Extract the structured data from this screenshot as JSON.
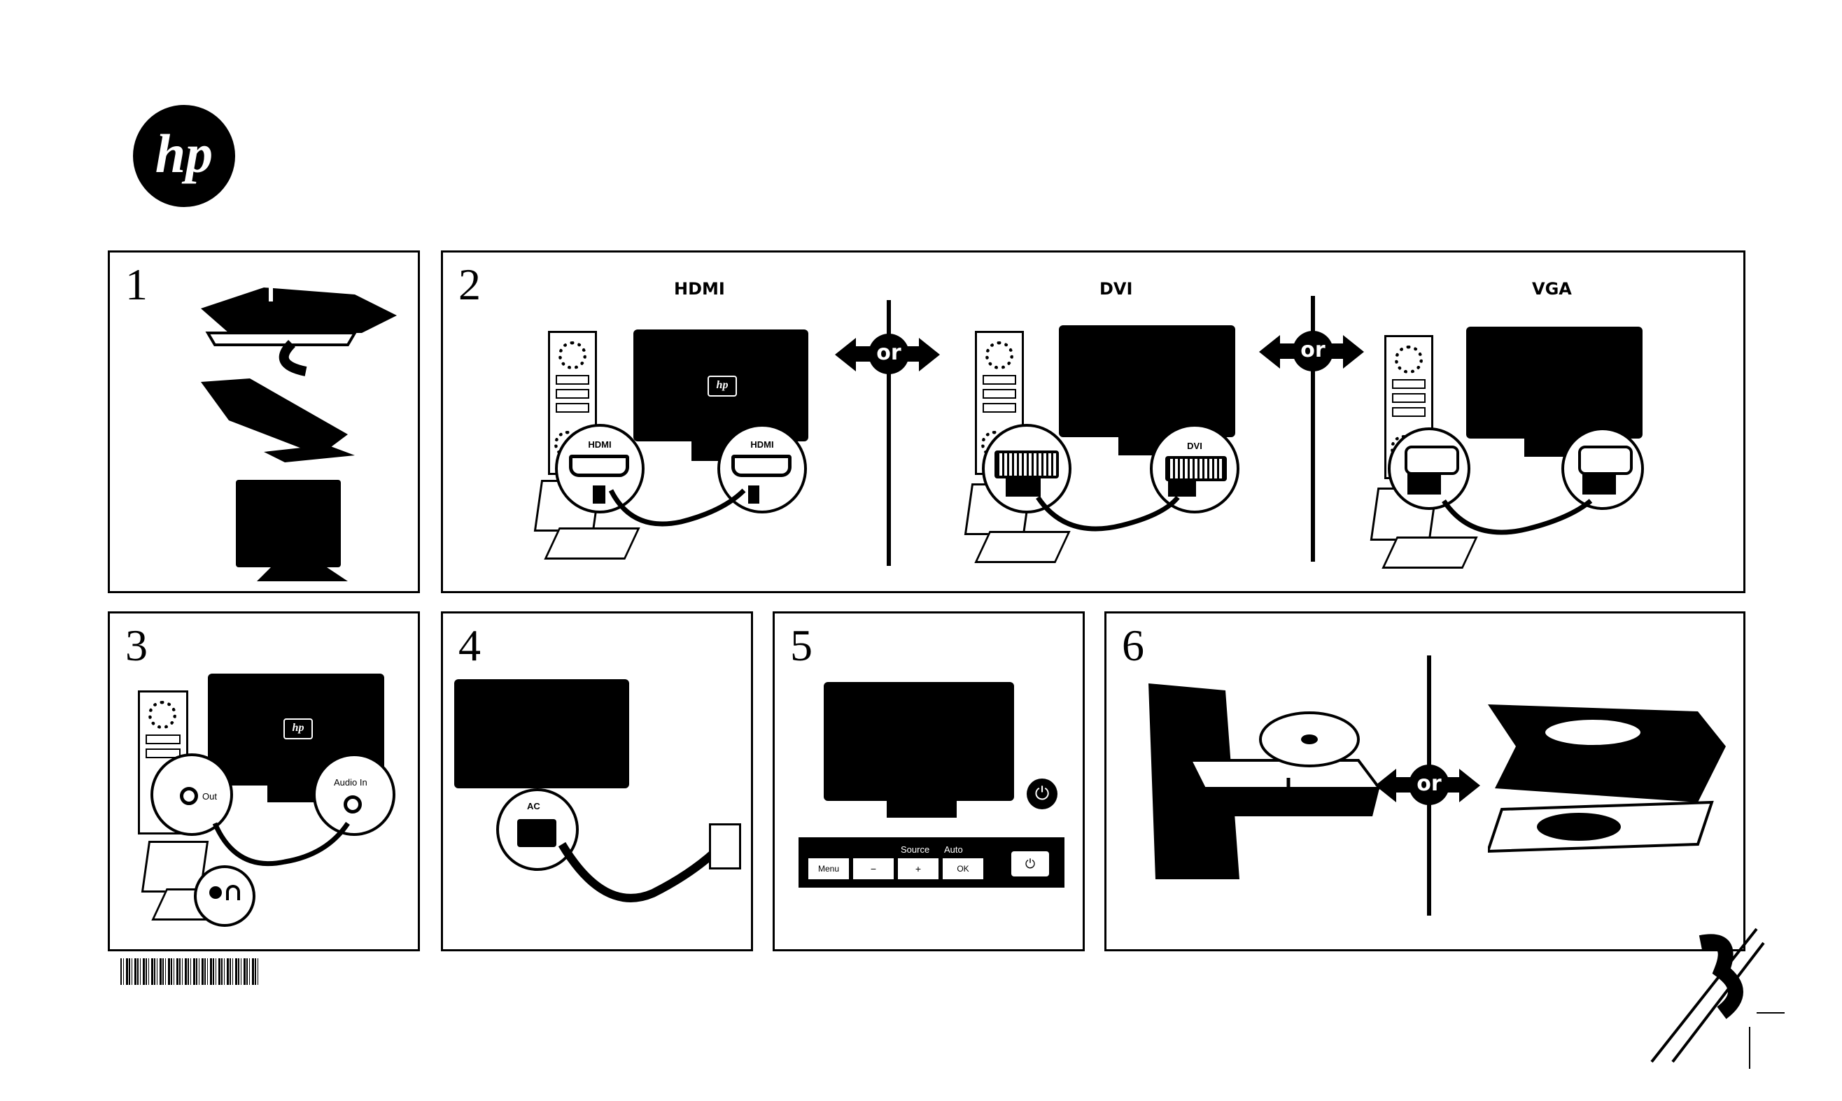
{
  "brand": {
    "logo_text": "hp"
  },
  "panels": [
    {
      "num": "1"
    },
    {
      "num": "2"
    },
    {
      "num": "3"
    },
    {
      "num": "4"
    },
    {
      "num": "5"
    },
    {
      "num": "6"
    }
  ],
  "step2": {
    "titles": [
      "HDMI",
      "DVI",
      "VGA"
    ],
    "hdmi_port_labels": [
      "HDMI",
      "HDMI"
    ],
    "dvi_label": "DVI",
    "or_label": "or"
  },
  "step3": {
    "out_label": "Out",
    "audio_in_label": "Audio In"
  },
  "step4": {
    "ac_label": "AC"
  },
  "step5": {
    "buttons": [
      "Menu",
      "−",
      "+",
      "OK"
    ],
    "top_labels": [
      "Source",
      "Auto"
    ]
  },
  "step6": {
    "or_label": "or"
  },
  "colors": {
    "ink": "#000000",
    "paper": "#ffffff"
  }
}
